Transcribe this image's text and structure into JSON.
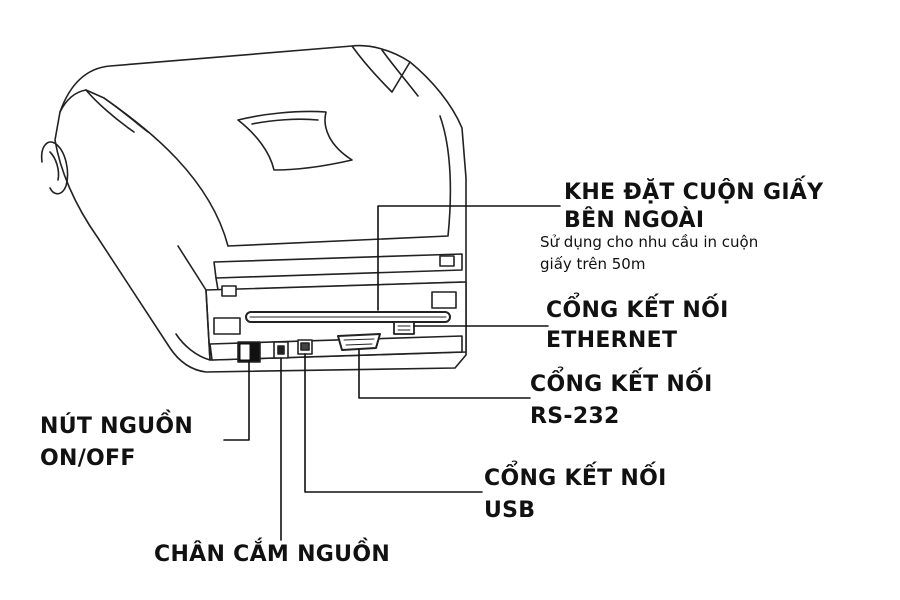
{
  "labels": {
    "paper_slot": {
      "line1": "KHE ĐẶT CUỘN GIẤY",
      "line2": "BÊN NGOÀI",
      "note_line1": "Sử dụng cho nhu cầu in cuộn",
      "note_line2": "giấy trên 50m"
    },
    "ethernet": {
      "line1": "CỔNG KẾT NỐI",
      "line2": "ETHERNET"
    },
    "rs232": {
      "line1": "CỔNG KẾT NỐI",
      "line2": "RS-232"
    },
    "usb": {
      "line1": "CỔNG KẾT NỐI",
      "line2": "USB"
    },
    "power_switch": {
      "line1": "NÚT NGUỒN",
      "line2": "ON/OFF"
    },
    "power_socket": {
      "line1": "CHÂN CẮM NGUỒN"
    }
  }
}
